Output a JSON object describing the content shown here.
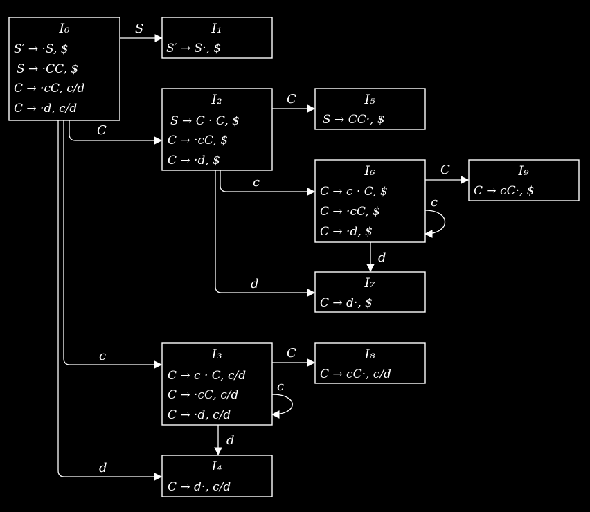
{
  "states": [
    {
      "id": "I0",
      "title": "I₀",
      "items": [
        "S′ → ·S, $",
        "S → ·CC, $",
        "C → ·cC, c/d",
        "C → ·d, c/d"
      ]
    },
    {
      "id": "I1",
      "title": "I₁",
      "items": [
        "S′ → S·, $"
      ]
    },
    {
      "id": "I2",
      "title": "I₂",
      "items": [
        "S → C · C, $",
        "C → ·cC, $",
        "C → ·d, $"
      ]
    },
    {
      "id": "I5",
      "title": "I₅",
      "items": [
        "S → CC·, $"
      ]
    },
    {
      "id": "I6",
      "title": "I₆",
      "items": [
        "C → c · C, $",
        "C → ·cC, $",
        "C → ·d, $"
      ]
    },
    {
      "id": "I9",
      "title": "I₉",
      "items": [
        "C → cC·, $"
      ]
    },
    {
      "id": "I7",
      "title": "I₇",
      "items": [
        "C → d·, $"
      ]
    },
    {
      "id": "I3",
      "title": "I₃",
      "items": [
        "C → c · C, c/d",
        "C → ·cC, c/d",
        "C → ·d, c/d"
      ]
    },
    {
      "id": "I8",
      "title": "I₈",
      "items": [
        "C → cC·, c/d"
      ]
    },
    {
      "id": "I4",
      "title": "I₄",
      "items": [
        "C → d·, c/d"
      ]
    }
  ],
  "transitions": [
    {
      "id": "I0-I1",
      "from": "I0",
      "to": "I1",
      "label": "S"
    },
    {
      "id": "I0-I2",
      "from": "I0",
      "to": "I2",
      "label": "C"
    },
    {
      "id": "I0-I3",
      "from": "I0",
      "to": "I3",
      "label": "c"
    },
    {
      "id": "I0-I4",
      "from": "I0",
      "to": "I4",
      "label": "d"
    },
    {
      "id": "I2-I5",
      "from": "I2",
      "to": "I5",
      "label": "C"
    },
    {
      "id": "I2-I6",
      "from": "I2",
      "to": "I6",
      "label": "c"
    },
    {
      "id": "I2-I7",
      "from": "I2",
      "to": "I7",
      "label": "d"
    },
    {
      "id": "I6-I9",
      "from": "I6",
      "to": "I9",
      "label": "C"
    },
    {
      "id": "I6-I6",
      "from": "I6",
      "to": "I6",
      "label": "c"
    },
    {
      "id": "I6-I7",
      "from": "I6",
      "to": "I7",
      "label": "d"
    },
    {
      "id": "I3-I8",
      "from": "I3",
      "to": "I8",
      "label": "C"
    },
    {
      "id": "I3-I3",
      "from": "I3",
      "to": "I3",
      "label": "c"
    },
    {
      "id": "I3-I4",
      "from": "I3",
      "to": "I4",
      "label": "d"
    }
  ]
}
